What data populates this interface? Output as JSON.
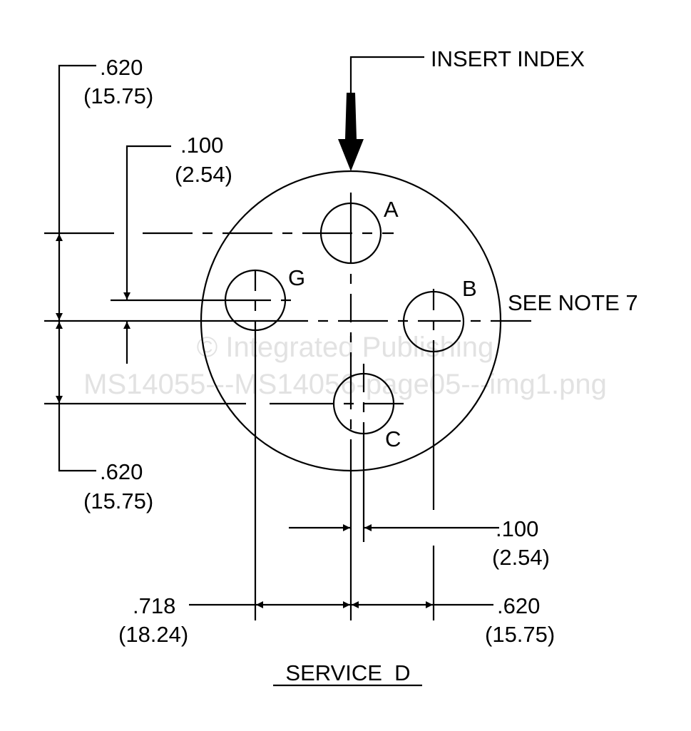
{
  "title": "SERVICE  D",
  "callouts": {
    "insert_index": "INSERT INDEX",
    "see_note": "SEE NOTE 7"
  },
  "contacts": [
    "A",
    "B",
    "C",
    "G"
  ],
  "dimensions": {
    "left_top": {
      "in": ".620",
      "mm": "(15.75)"
    },
    "left_offset": {
      "in": ".100",
      "mm": "(2.54)"
    },
    "left_bottom": {
      "in": ".620",
      "mm": "(15.75)"
    },
    "bottom_offset": {
      "in": ".100",
      "mm": "(2.54)"
    },
    "bottom_left": {
      "in": ".718",
      "mm": "(18.24)"
    },
    "bottom_right": {
      "in": ".620",
      "mm": "(15.75)"
    }
  },
  "watermark": {
    "line1": "© Integrated Publishing",
    "line2": "MS14055---MS14056-page05---img1.png"
  }
}
